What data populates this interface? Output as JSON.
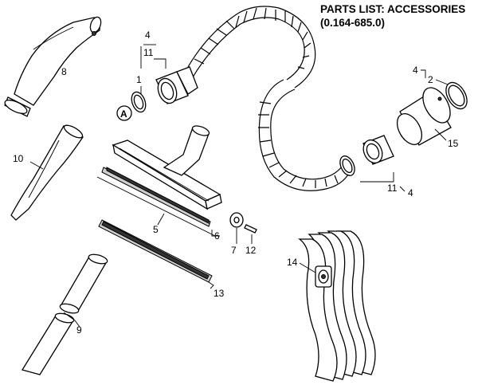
{
  "header": {
    "title_line1": "PARTS LIST: ACCESSORIES",
    "title_line2": "(0.164-685.0)"
  },
  "callouts": {
    "c4a": "4",
    "c11a": "11",
    "c1": "1",
    "cA": "A",
    "c8": "8",
    "c10": "10",
    "c5": "5",
    "c6": "6",
    "c7": "7",
    "c12": "12",
    "c13": "13",
    "c9": "9",
    "c14": "14",
    "c4b": "4",
    "c2": "2",
    "c15": "15",
    "c11b": "11",
    "c4c": "4"
  },
  "colors": {
    "ink": "#000000",
    "background": "#ffffff",
    "shading": "#cfcfcf"
  }
}
